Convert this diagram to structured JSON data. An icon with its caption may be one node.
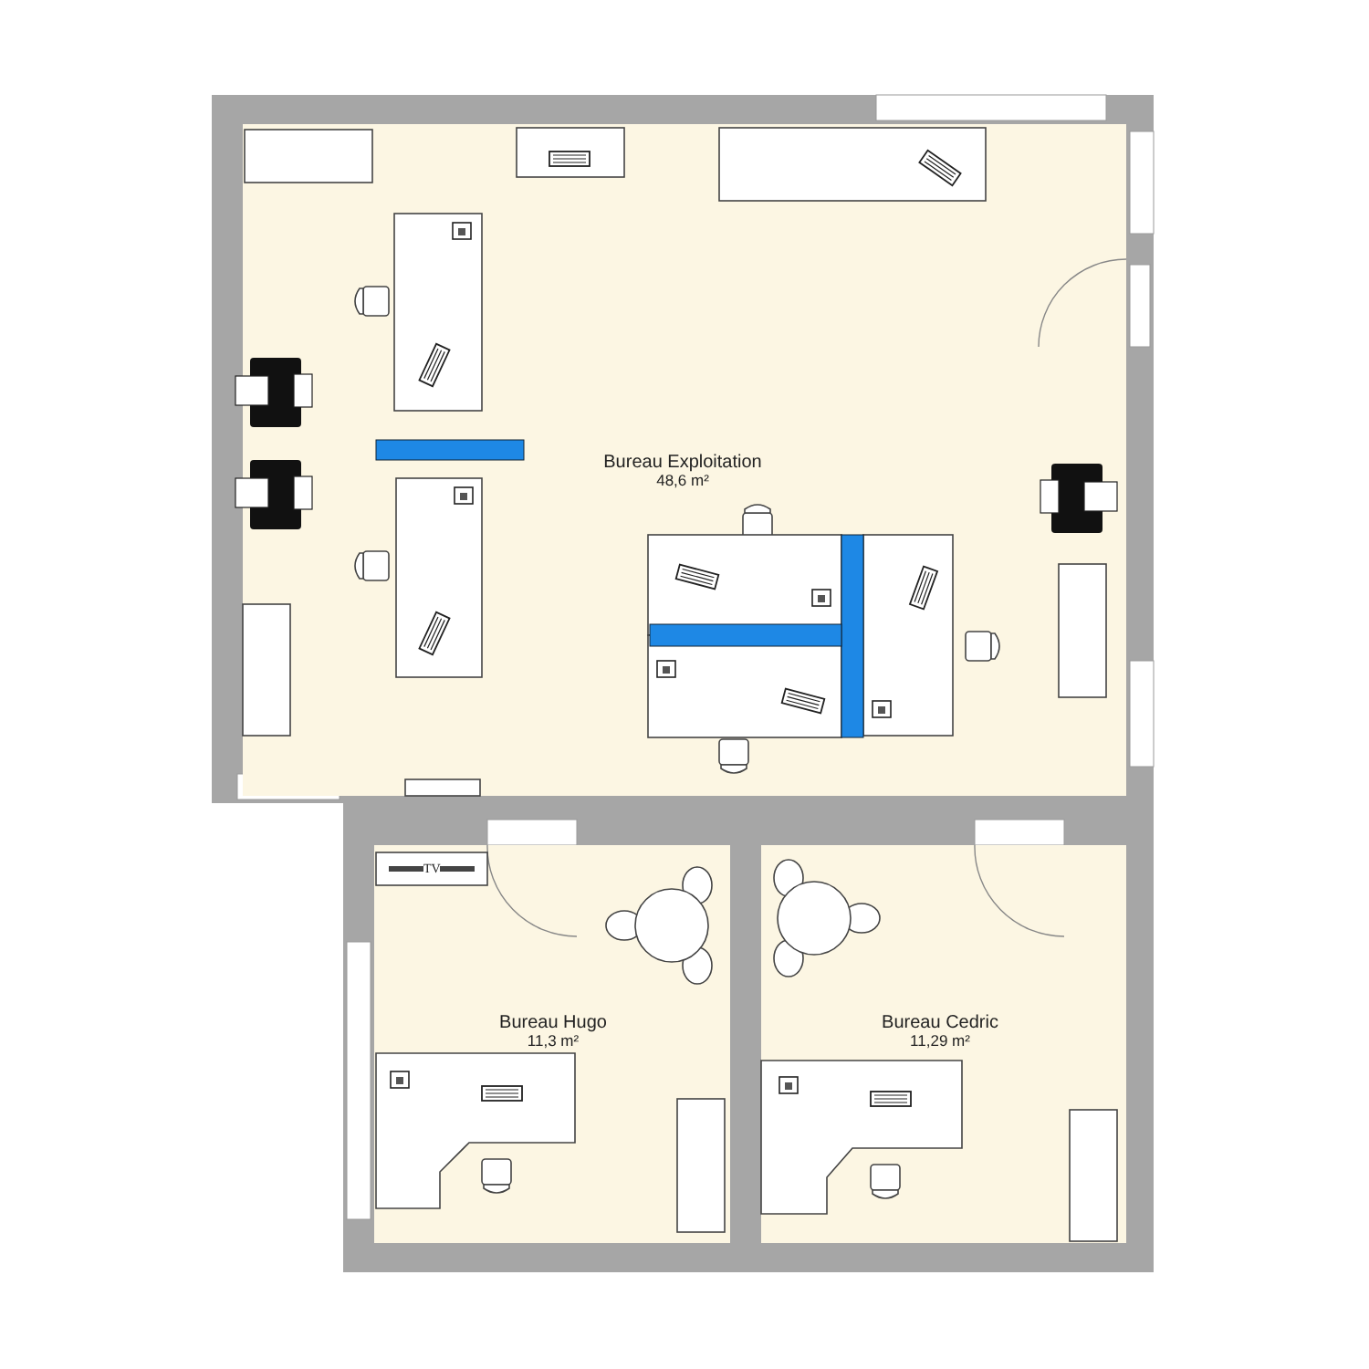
{
  "diagram": {
    "nodes": [
      {
        "text": [
          "Bureau Exploitation",
          "48,6 m²"
        ]
      },
      {
        "text": [
          "Bureau Hugo",
          "11,3 m²"
        ]
      },
      {
        "text": [
          "Bureau Cedric",
          "11,29 m²"
        ]
      }
    ],
    "labels": [
      "TV"
    ]
  }
}
